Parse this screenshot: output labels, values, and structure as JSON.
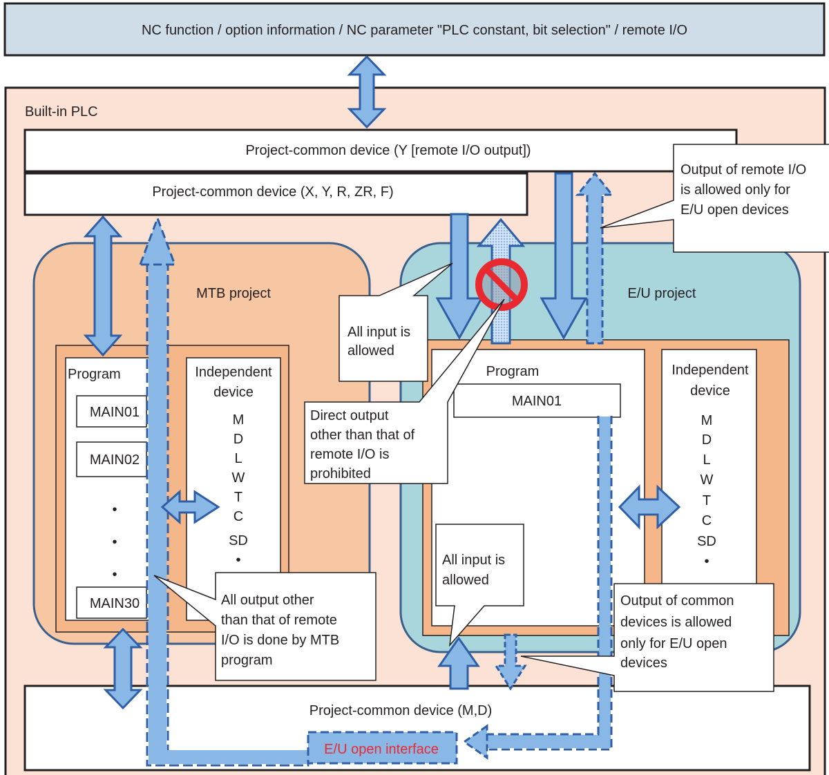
{
  "nc_box": {
    "label": "NC function / option information / NC parameter \"PLC constant, bit selection\" / remote I/O"
  },
  "builtin_plc": {
    "label": "Built-in PLC"
  },
  "common_y_remote": {
    "label": "Project-common device (Y [remote I/O output])"
  },
  "common_xyrzrf": {
    "label": "Project-common device (X, Y, R, ZR, F)"
  },
  "common_md": {
    "label": "Project-common device (M,D)"
  },
  "eu_open_interface": {
    "label": "E/U open interface",
    "color": "#e8292f"
  },
  "mtb_project": {
    "title": "MTB project",
    "program_label": "Program",
    "programs": [
      "MAIN01",
      "MAIN02",
      "MAIN30"
    ],
    "dots": [
      "•",
      "•",
      "•"
    ],
    "independent_label": [
      "Independent",
      "device"
    ],
    "devices": [
      "M",
      "D",
      "L",
      "W",
      "T",
      "C",
      "SD",
      "•"
    ]
  },
  "eu_project": {
    "title": "E/U project",
    "program_label": "Program",
    "programs": [
      "MAIN01"
    ],
    "independent_label": [
      "Independent",
      "device"
    ],
    "devices": [
      "M",
      "D",
      "L",
      "W",
      "T",
      "C",
      "SD",
      "•"
    ]
  },
  "callouts": {
    "remote_io_output": [
      "Output of remote I/O",
      "is allowed only for",
      "E/U open devices"
    ],
    "all_input_top": [
      "All input is",
      "allowed"
    ],
    "direct_output": [
      "Direct output",
      "other than that of",
      "remote I/O is",
      "prohibited"
    ],
    "all_input_bottom": [
      "All input is",
      "allowed"
    ],
    "mtb_output": [
      "All output other",
      "than that of remote",
      "I/O is done by MTB",
      "program"
    ],
    "common_output": [
      "Output of common",
      "devices is allowed",
      "only for E/U open",
      "devices"
    ]
  },
  "colors": {
    "nc_box_fill": "#cfdde8",
    "plc_fill": "#fbe2d5",
    "mtb_fill": "#f7c6a3",
    "eu_fill": "#a9d6dd",
    "arrow_fill": "#8ab8e6",
    "arrow_stroke": "#2e5fa6",
    "prohibited": "#e8292f"
  }
}
